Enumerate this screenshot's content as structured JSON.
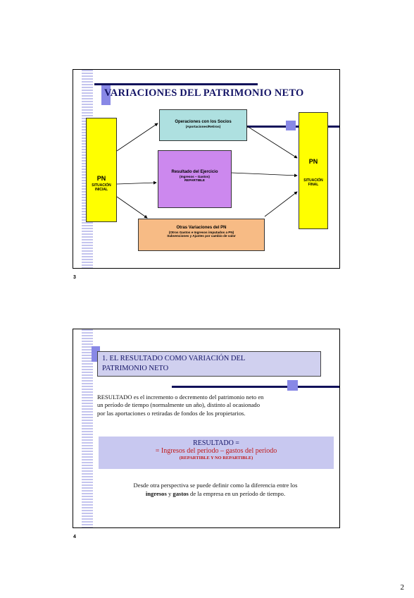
{
  "slide1": {
    "number": "3",
    "title": "VARIACIONES DEL PATRIMONIO NETO",
    "pn_initial": {
      "label": "PN",
      "sub_line1": "SITUACIÓN",
      "sub_line2": "INICIAL"
    },
    "pn_final": {
      "label": "PN",
      "sub_line1": "SITUACIÓN",
      "sub_line2": "FINAL"
    },
    "socios": {
      "title": "Operaciones con los Socios",
      "sub": "(Aportaciones/Retiros)"
    },
    "resultado": {
      "title": "Resultado del Ejercicio",
      "sub1": "(Ingresos – Gastos)",
      "sub2": "REPARTIBLE"
    },
    "otras": {
      "title": "Otras Variaciones del PN",
      "sub1": "(Otros Gastos e Ingresos imputados a PN)",
      "sub2": "Subvenciones y Ajustes por cambio de valor"
    },
    "colors": {
      "pn": "#ffff00",
      "socios": "#aee0e0",
      "resultado": "#cc88ee",
      "otras": "#f7bb85",
      "title": "#141466"
    }
  },
  "slide2": {
    "number": "4",
    "title_line1": "1. EL RESULTADO COMO VARIACIÓN DEL",
    "title_line2": "PATRIMONIO NETO",
    "para_line1": "RESULTADO es el incremento o decremento del patrimonio neto en",
    "para_line2": "un período de tiempo (normalmente un año), distinto al ocasionado",
    "para_line3": "por las aportaciones o retiradas de fondos de los propietarios.",
    "formula_head": "RESULTADO =",
    "formula_line": "= Ingresos del periodo – gastos del periodo",
    "formula_note": "(REPARTIBLE Y NO REPARTIBLE)",
    "foot_line1": "Desde otra perspectiva se puede definir como la diferencia entre los",
    "foot_ingresos": "ingresos",
    "foot_y": " y ",
    "foot_gastos": "gastos",
    "foot_rest": " de la empresa en un período de tiempo.",
    "colors": {
      "formula_bg": "#c8c8f0",
      "formula_red": "#c01a1a"
    }
  },
  "page_number": "2"
}
